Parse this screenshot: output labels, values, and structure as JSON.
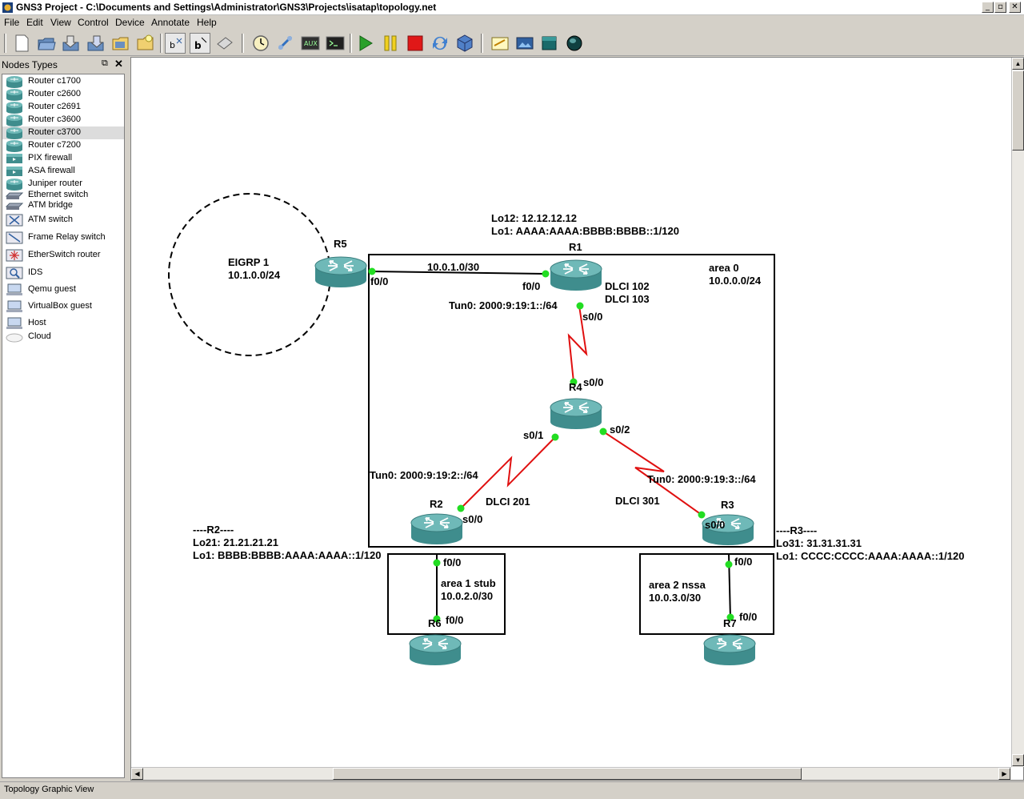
{
  "window": {
    "title": "GNS3 Project - C:\\Documents and Settings\\Administrator\\GNS3\\Projects\\isatap\\topology.net",
    "controls": [
      "_",
      "▫",
      "✕"
    ]
  },
  "menu": [
    "File",
    "Edit",
    "View",
    "Control",
    "Device",
    "Annotate",
    "Help"
  ],
  "toolbar": {
    "buttons": [
      "new",
      "open",
      "save",
      "save-as",
      "open-folder",
      "snapshot",
      "show-hostnames",
      "show-interface-labels",
      "capture",
      "console-clock",
      "connect",
      "aux",
      "console",
      "start",
      "suspend",
      "stop",
      "reload",
      "virtualbox",
      "note",
      "picture",
      "rectangle",
      "ellipse"
    ],
    "aux_label": "AUX"
  },
  "dock": {
    "title": "Nodes Types",
    "items": [
      {
        "label": "Router c1700",
        "icon": "router"
      },
      {
        "label": "Router c2600",
        "icon": "router"
      },
      {
        "label": "Router c2691",
        "icon": "router"
      },
      {
        "label": "Router c3600",
        "icon": "router"
      },
      {
        "label": "Router c3700",
        "icon": "router",
        "selected": true
      },
      {
        "label": "Router c7200",
        "icon": "router"
      },
      {
        "label": "PIX firewall",
        "icon": "firewall"
      },
      {
        "label": "ASA firewall",
        "icon": "firewall"
      },
      {
        "label": "Juniper router",
        "icon": "router"
      },
      {
        "label": "Ethernet switch",
        "icon": "switch"
      },
      {
        "label": "ATM bridge",
        "icon": "switch"
      },
      {
        "label": "ATM switch",
        "icon": "atm"
      },
      {
        "label": "Frame Relay switch",
        "icon": "frame-relay"
      },
      {
        "label": "EtherSwitch router",
        "icon": "etherswitch"
      },
      {
        "label": "IDS",
        "icon": "ids"
      },
      {
        "label": "Qemu guest",
        "icon": "computer"
      },
      {
        "label": "VirtualBox guest",
        "icon": "computer"
      },
      {
        "label": "Host",
        "icon": "computer"
      },
      {
        "label": "Cloud",
        "icon": "cloud"
      }
    ]
  },
  "topology": {
    "routers": [
      "R5",
      "R1",
      "R4",
      "R2",
      "R3",
      "R6",
      "R7"
    ],
    "labels": {
      "eigrp_name": "EIGRP 1",
      "eigrp_net": "10.1.0.0/24",
      "r1_lo12": "Lo12: 12.12.12.12",
      "r1_lo1": "Lo1: AAAA:AAAA:BBBB:BBBB::1/120",
      "link_r5_r1": "10.0.1.0/30",
      "r5_f00": "f0/0",
      "r1_f00": "f0/0",
      "area0": "area 0",
      "area0_net": "10.0.0.0/24",
      "dlci102": "DLCI 102",
      "dlci103": "DLCI 103",
      "r1_tun0": "Tun0: 2000:9:19:1::/64",
      "r1_s00": "s0/0",
      "r4_s00": "s0/0",
      "r4_s01": "s0/1",
      "r4_s02": "s0/2",
      "r2_tun0": "Tun0: 2000:9:19:2::/64",
      "dlci201": "DLCI 201",
      "dlci301": "DLCI 301",
      "r3_tun0": "Tun0: 2000:9:19:3::/64",
      "r2_s00": "s0/0",
      "r3_s00": "s0/0",
      "r2_header": "----R2----",
      "r2_lo21": "Lo21: 21.21.21.21",
      "r2_lo1": "Lo1: BBBB:BBBB:AAAA:AAAA::1/120",
      "r3_header": "----R3----",
      "r3_lo31": "Lo31: 31.31.31.31",
      "r3_lo1": "Lo1: CCCC:CCCC:AAAA:AAAA::1/120",
      "r2_f00": "f0/0",
      "r6_f00": "f0/0",
      "r3_f00": "f0/0",
      "r7_f00": "f0/0",
      "area1": "area 1 stub",
      "area1_net": "10.0.2.0/30",
      "area2": "area 2 nssa",
      "area2_net": "10.0.3.0/30"
    }
  },
  "colors": {
    "router_body": "#4a9b9b",
    "router_top": "#6fb9b8",
    "serial_link": "#e01010",
    "ethernet_link": "#000000",
    "port_up": "#22dd22"
  },
  "status": "Topology Graphic View"
}
